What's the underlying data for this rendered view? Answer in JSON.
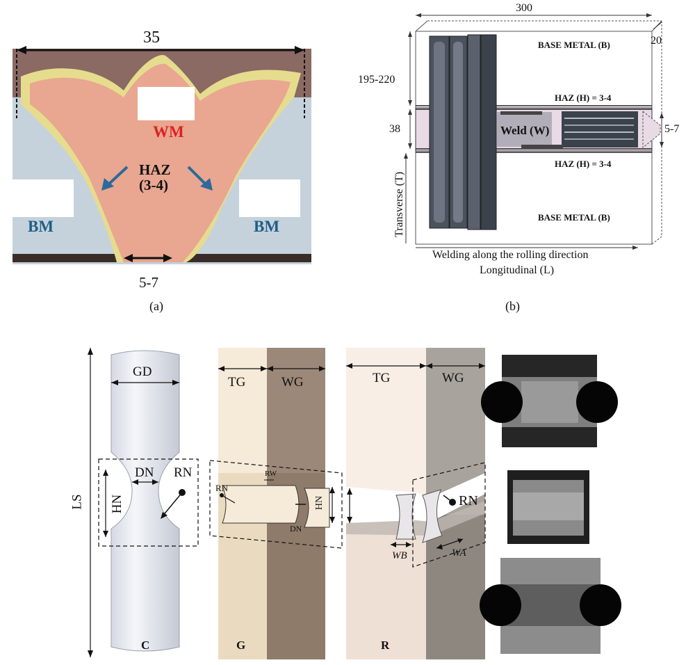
{
  "panel_a": {
    "caption": "(a)",
    "width_dim": "35",
    "root_dim": "5-7",
    "wm_label": "WM",
    "haz_label": "HAZ",
    "haz_dim": "(3-4)",
    "bm_left": "BM",
    "bm_right": "BM",
    "colors": {
      "weld": "#e9a690",
      "haz": "#e6dc8e",
      "base": "#c5d2dc",
      "wm_text": "#e02020",
      "bm_text": "#1f5e86"
    }
  },
  "panel_b": {
    "caption": "(b)",
    "length_dim": "300",
    "thickness_dim": "20",
    "upper_dim": "195-220",
    "weld_band_dim": "38",
    "root_dim": "5-7",
    "base_metal_top": "BASE METAL (B)",
    "haz_top": "HAZ (H) = 3-4",
    "weld_label": "Weld (W)",
    "haz_bottom": "HAZ (H) = 3-4",
    "base_metal_bottom": "BASE METAL (B)",
    "transverse_label": "Transverse (T)",
    "welding_dir_line1": "Welding along the rolling direction",
    "welding_dir_line2": "Longitudinal (L)"
  },
  "panel_c": {
    "ls_label": "LS",
    "gd_label": "GD",
    "dn_label": "DN",
    "hn_label": "HN",
    "rn_label": "RN",
    "c_label": "C",
    "tg_label_g": "TG",
    "wg_label_g": "WG",
    "rw_label": "RW",
    "rn_label_g": "RN",
    "hn_label_g": "HN",
    "dn_label_g": "DN",
    "g_label": "G",
    "tg_label_r": "TG",
    "wg_label_r": "WG",
    "rn_label_r": "RN",
    "wb_label": "WB",
    "wa_label": "WA",
    "r_label": "R"
  }
}
